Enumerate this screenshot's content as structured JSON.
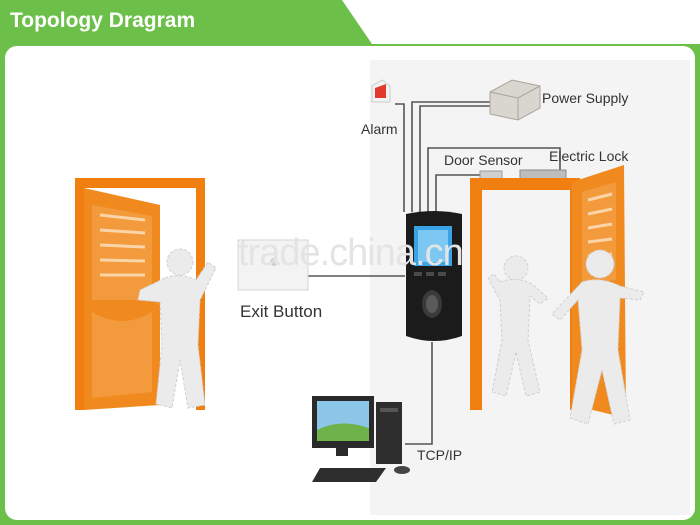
{
  "header": {
    "title": "Topology Dragram",
    "accent_color": "#6cc04a"
  },
  "diagram": {
    "labels": {
      "alarm": "Alarm",
      "power_supply": "Power Supply",
      "door_sensor": "Door Sensor",
      "electric_lock": "Electric Lock",
      "exit_button": "Exit Button",
      "tcpip": "TCP/IP"
    },
    "watermark": "trade.china.cn",
    "colors": {
      "door": "#f08a1e",
      "door_frame": "#f07f10",
      "line": "#555555"
    }
  }
}
